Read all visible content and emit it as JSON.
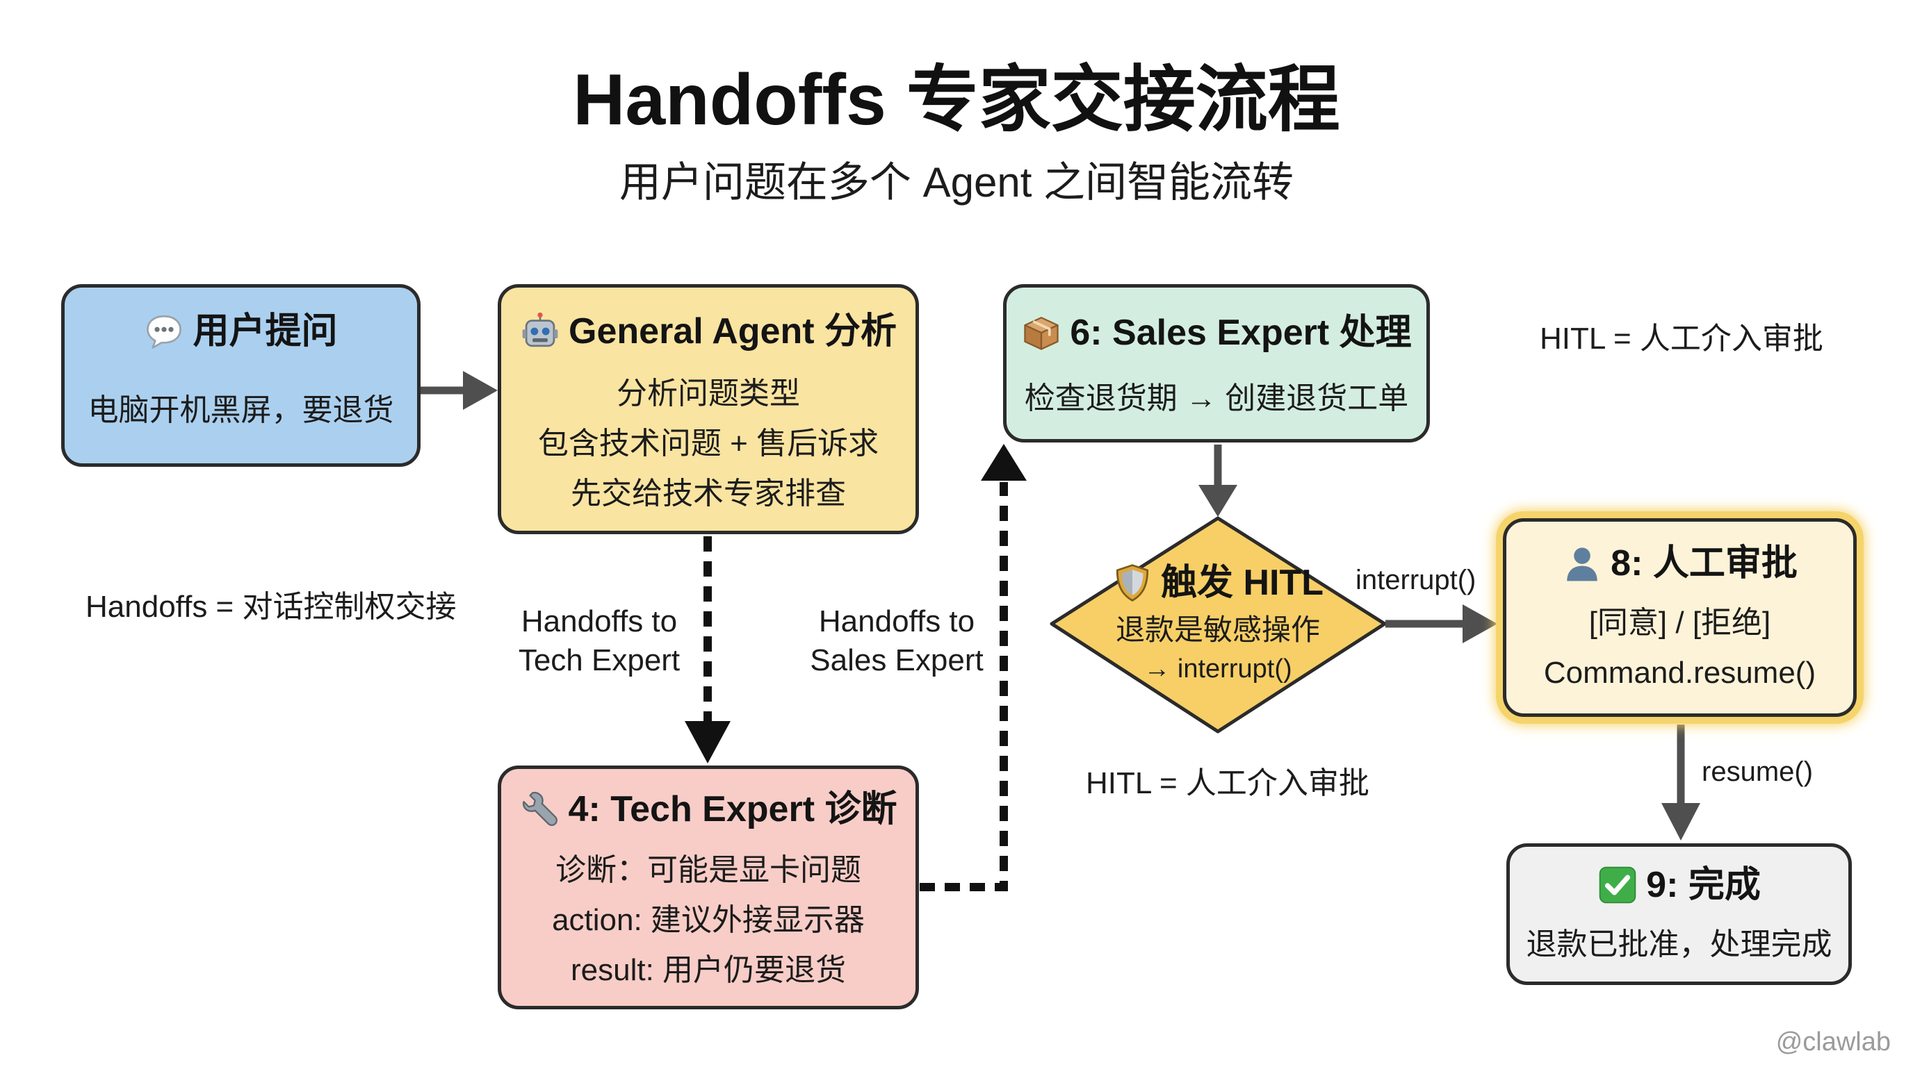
{
  "title": "Handoffs 专家交接流程",
  "subtitle": "用户问题在多个 Agent 之间智能流转",
  "nodes": {
    "user_question": {
      "icon": "speech-bubble-icon",
      "title": "用户提问",
      "lines": [
        "电脑开机黑屏，要退货"
      ],
      "fill": "#abd0ef"
    },
    "general_agent": {
      "icon": "robot-icon",
      "title": "General Agent 分析",
      "lines": [
        "分析问题类型",
        "包含技术问题 + 售后诉求",
        "先交给技术专家排查"
      ],
      "fill": "#fae4a1"
    },
    "tech_expert": {
      "icon": "wrench-icon",
      "title": "4: Tech Expert 诊断",
      "lines": [
        "诊断：可能是显卡问题",
        "action: 建议外接显示器",
        "result: 用户仍要退货"
      ],
      "fill": "#f8cdc7"
    },
    "sales_expert": {
      "icon": "package-icon",
      "title": "6: Sales Expert 处理",
      "lines": [
        "检查退货期 → 创建退货工单"
      ],
      "fill": "#d3eee0"
    },
    "hitl_trigger": {
      "icon": "shield-icon",
      "title": "触发 HITL",
      "lines": [
        "退款是敏感操作",
        "→ interrupt()"
      ],
      "fill": "#f7cf66"
    },
    "human_approval": {
      "icon": "person-icon",
      "title": "8: 人工审批",
      "lines": [
        "[同意] / [拒绝]",
        "Command.resume()"
      ],
      "fill": "#fdf3d8",
      "glow": "#f6d46c"
    },
    "done": {
      "icon": "check-mark-icon",
      "title": "9: 完成",
      "lines": [
        "退款已批准，处理完成"
      ],
      "fill": "#f0f0f0"
    }
  },
  "edges": {
    "user_to_general": {
      "dashed": false
    },
    "general_to_tech": {
      "dashed": true,
      "label": [
        "Handoffs to",
        "Tech Expert"
      ]
    },
    "tech_to_sales": {
      "dashed": true,
      "label": [
        "Handoffs to",
        "Sales Expert"
      ]
    },
    "sales_to_hitl": {
      "dashed": false
    },
    "hitl_to_approval": {
      "dashed": false,
      "label": [
        "interrupt()"
      ]
    },
    "approval_to_done": {
      "dashed": false,
      "label": [
        "resume()"
      ]
    }
  },
  "notes": {
    "handoffs": "Handoffs = 对话控制权交接",
    "hitl_top": "HITL = 人工介入审批",
    "hitl_bottom": "HITL = 人工介入审批"
  },
  "watermark": "@clawlab",
  "colors": {
    "arrow_solid": "#4f4f4f",
    "arrow_dashed": "#111111",
    "watermark": "#9b9b9b"
  }
}
